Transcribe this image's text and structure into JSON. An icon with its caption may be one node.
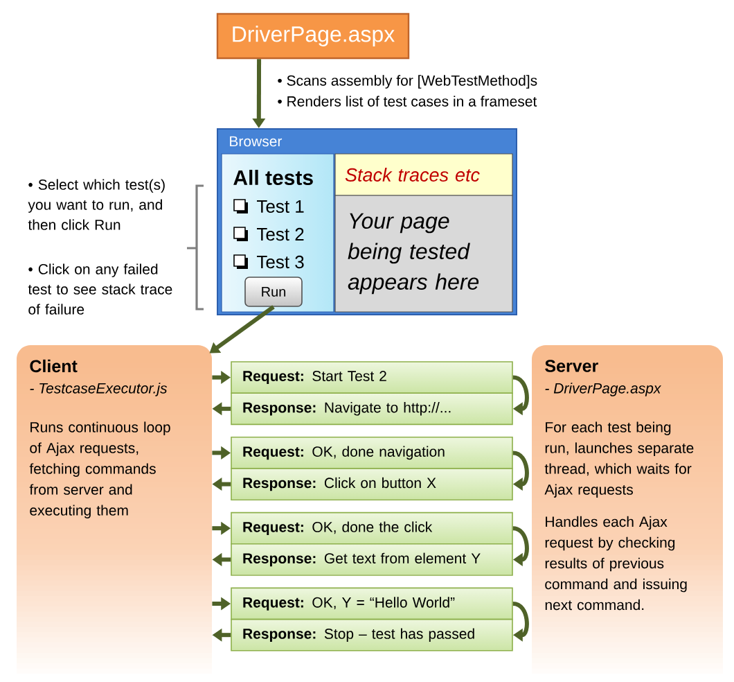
{
  "diagram": {
    "nodes": [
      {
        "text": [
          "DriverPage.aspx"
        ]
      },
      {
        "text": [
          "Browser"
        ]
      },
      {
        "text": [
          "All tests",
          "Test 1",
          "Test 2",
          "Test 3"
        ],
        "in": 1
      },
      {
        "text": [
          "Run"
        ],
        "in": 2
      },
      {
        "text": [
          "Stack traces etc"
        ],
        "in": 1
      },
      {
        "text": [
          "Your page being tested appears here"
        ],
        "in": 1
      },
      {
        "text": [
          "Client",
          "- TestcaseExecutor.js",
          "Runs continuous loop of Ajax requests, fetching commands from server and executing them"
        ]
      },
      {
        "text": [
          "**Request:** Start Test 2"
        ]
      },
      {
        "text": [
          "**Response:** Navigate to http://..."
        ]
      },
      {
        "text": [
          "**Request:** OK, done navigation"
        ]
      },
      {
        "text": [
          "**Response:** Click on button X"
        ]
      },
      {
        "text": [
          "**Request:** OK, done the click"
        ]
      },
      {
        "text": [
          "**Response:** Get text from element Y"
        ]
      },
      {
        "text": [
          "**Request:** OK, Y = “Hello World”"
        ]
      },
      {
        "text": [
          "**Response:** Stop – test has passed"
        ]
      },
      {
        "text": [
          "Server",
          "- DriverPage.aspx",
          "For each test being run, launches separate thread, which waits for Ajax requests",
          "Handles each Ajax request by checking results of previous command and issuing next command."
        ]
      }
    ],
    "edges": [
      {
        "from": 0,
        "to": 1,
        "arrow": "to"
      },
      {
        "from": 3,
        "to": 6,
        "arrow": "to"
      },
      {
        "from": 6,
        "to": 7,
        "arrow": "to"
      },
      {
        "from": 7,
        "to": 8,
        "arrow": "to"
      },
      {
        "from": 8,
        "to": 6,
        "arrow": "to"
      },
      {
        "from": 6,
        "to": 9,
        "arrow": "to"
      },
      {
        "from": 9,
        "to": 10,
        "arrow": "to"
      },
      {
        "from": 10,
        "to": 6,
        "arrow": "to"
      },
      {
        "from": 6,
        "to": 11,
        "arrow": "to"
      },
      {
        "from": 11,
        "to": 12,
        "arrow": "to"
      },
      {
        "from": 12,
        "to": 6,
        "arrow": "to"
      },
      {
        "from": 6,
        "to": 13,
        "arrow": "to"
      },
      {
        "from": 13,
        "to": 14,
        "arrow": "to"
      },
      {
        "from": 14,
        "to": 6,
        "arrow": "to"
      }
    ],
    "labels": [
      "• Scans assembly for [WebTestMethod]s",
      "• Renders list of test cases in a frameset",
      "• Select which test(s) you want to run, and then click Run",
      "• Click on any failed test to see stack trace of failure"
    ]
  }
}
